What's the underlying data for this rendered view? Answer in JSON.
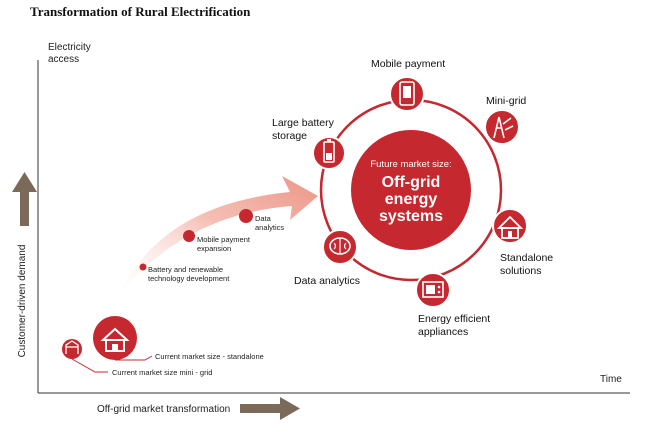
{
  "title": "Transformation of Rural Electrification",
  "y_axis_top_label": "Electricity\naccess",
  "y_axis_side_label": "Customer-driven demand",
  "x_axis_label": "Off-grid market transformation",
  "x_axis_end_label": "Time",
  "center": {
    "subtitle": "Future market size:",
    "title_line1": "Off-grid",
    "title_line2": "energy",
    "title_line3": "systems"
  },
  "ring_nodes": {
    "mobile_payment": "Mobile payment",
    "mini_grid": "Mini-grid",
    "large_battery_storage": "Large battery\nstorage",
    "standalone_solutions": "Standalone\nsolutions",
    "data_analytics": "Data analytics",
    "energy_efficient_appliances": "Energy efficient\nappliances"
  },
  "arrow_steps": {
    "data_analytics": "Data\nanalytics",
    "mobile_payment_expansion": "Mobile payment\nexpansion",
    "battery_renewable": "Battery and renewable\ntechnology development"
  },
  "current": {
    "standalone": "Current market size - standalone",
    "mini_grid": "Current market size mini - grid"
  },
  "colors": {
    "primary": "#c5282f",
    "dark_red": "#a71d24",
    "arrow_pink": "#f0a59b",
    "axis_brown": "#7b6a5a",
    "axis_line": "#333333"
  }
}
